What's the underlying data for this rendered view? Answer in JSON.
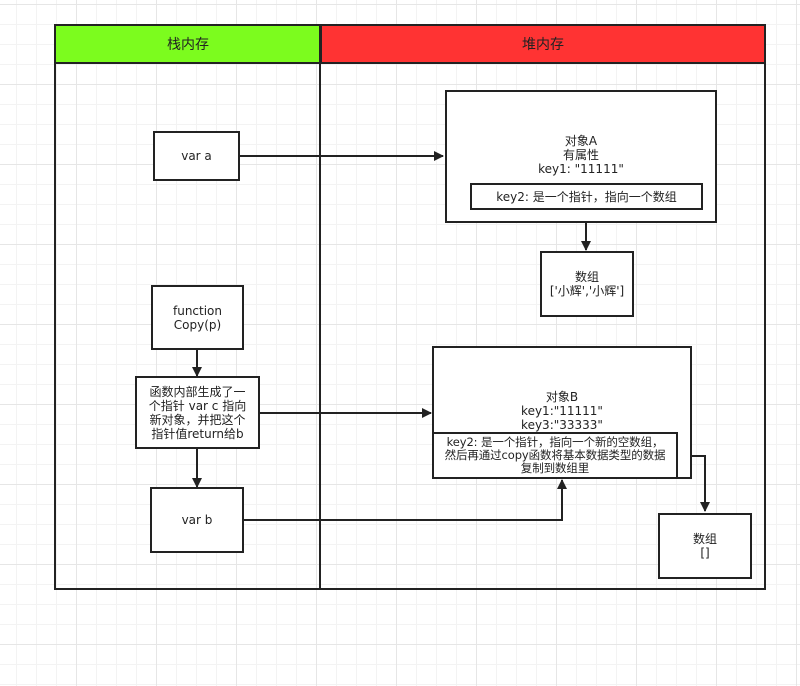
{
  "colors": {
    "stack_header": "#7cfc1e",
    "heap_header": "#ff3333",
    "line": "#222222"
  },
  "lanes": {
    "stack_title": "栈内存",
    "heap_title": "堆内存"
  },
  "nodes": {
    "var_a": "var a",
    "object_a": {
      "line1": "对象A",
      "line2": "有属性",
      "line3": "key1: \"11111\"",
      "key2": "key2: 是一个指针，指向一个数组"
    },
    "array_a": {
      "line1": "数组",
      "line2": "['小辉','小辉']"
    },
    "function_copy": {
      "line1": "function",
      "line2": "Copy(p)"
    },
    "inner_process": {
      "line1": "函数内部生成了一",
      "line2": "个指针 var c 指向",
      "line3": "新对象，并把这个",
      "line4": "指针值return给b"
    },
    "object_b": {
      "line1": "对象B",
      "line2": "key1:\"11111\"",
      "line3": "key3:\"33333\"",
      "key2_line1": "key2: 是一个指针，指向一个新的空数组，",
      "key2_line2": "然后再通过copy函数将基本数据类型的数据",
      "key2_line3": "复制到数组里"
    },
    "var_b": "var b",
    "array_b": {
      "line1": "数组",
      "line2": "[]"
    }
  }
}
